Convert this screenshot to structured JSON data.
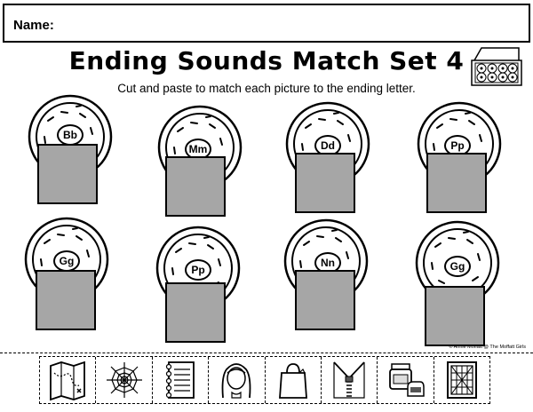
{
  "header": {
    "name_label": "Name:"
  },
  "title": "Ending Sounds Match Set 4",
  "subtitle": "Cut and paste to match each picture to the ending letter.",
  "credit": "© Annie Moffatt @ The Moffatt Girls",
  "donuts": [
    {
      "letter": "Bb"
    },
    {
      "letter": "Mm"
    },
    {
      "letter": "Dd"
    },
    {
      "letter": "Pp"
    },
    {
      "letter": "Gg"
    },
    {
      "letter": "Pp"
    },
    {
      "letter": "Nn"
    },
    {
      "letter": "Gg"
    }
  ],
  "cut_pictures": [
    "map-icon",
    "web-icon",
    "notebook-icon",
    "girl-head-icon",
    "bag-icon",
    "zipper-icon",
    "jam-and-bread-icon",
    "window-icon"
  ],
  "colors": {
    "paste_box": "#a6a6a6",
    "ink": "#000000"
  }
}
